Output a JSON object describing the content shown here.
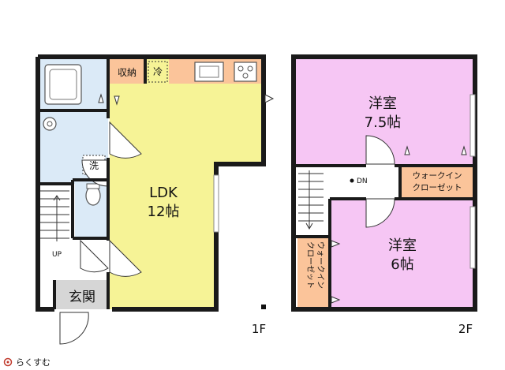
{
  "floors": {
    "first": {
      "label": "1F",
      "rooms": {
        "ldk_name": "LDK",
        "ldk_size": "12帖",
        "entrance": "玄関",
        "storage": "収納",
        "fridge": "冷",
        "washer": "洗",
        "stair_up": "UP"
      }
    },
    "second": {
      "label": "2F",
      "rooms": {
        "western1_name": "洋室",
        "western1_size": "7.5帖",
        "western2_name": "洋室",
        "western2_size": "6帖",
        "walkin1_line1": "ウォークイン",
        "walkin1_line2": "クローゼット",
        "walkin2_line1": "ウォークイン",
        "walkin2_line2": "クローゼット",
        "stair_down": "DN"
      }
    }
  },
  "watermark": "らくすむ",
  "colors": {
    "ldk": "#f6f396",
    "wet": "#dbeaf7",
    "western": "#f6c6f4",
    "accent": "#fbc49a",
    "entrance": "#d6d6d6",
    "wall": "#1a1a1a"
  }
}
